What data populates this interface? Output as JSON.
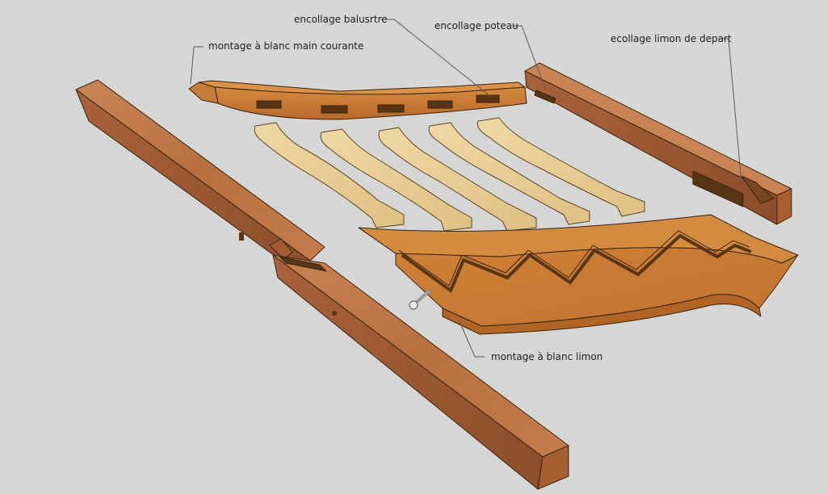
{
  "labels": {
    "main_courante": "montage à blanc main courante",
    "balustre": "encollage balusrtre",
    "poteau": "encollage poteau",
    "limon_depart": "ecollage limon de depart",
    "limon": "montage à blanc limon"
  },
  "colors": {
    "background": "#d6d6d4",
    "wood_dark_top": "#bf7a4a",
    "wood_dark_side": "#9b5a33",
    "wood_orange": "#c9782e",
    "wood_orange_side": "#a85d1f",
    "wood_light": "#e9cf95",
    "wood_light_side": "#d3b274",
    "mortise": "#5a3514",
    "leader_line": "#5a5a5a"
  }
}
